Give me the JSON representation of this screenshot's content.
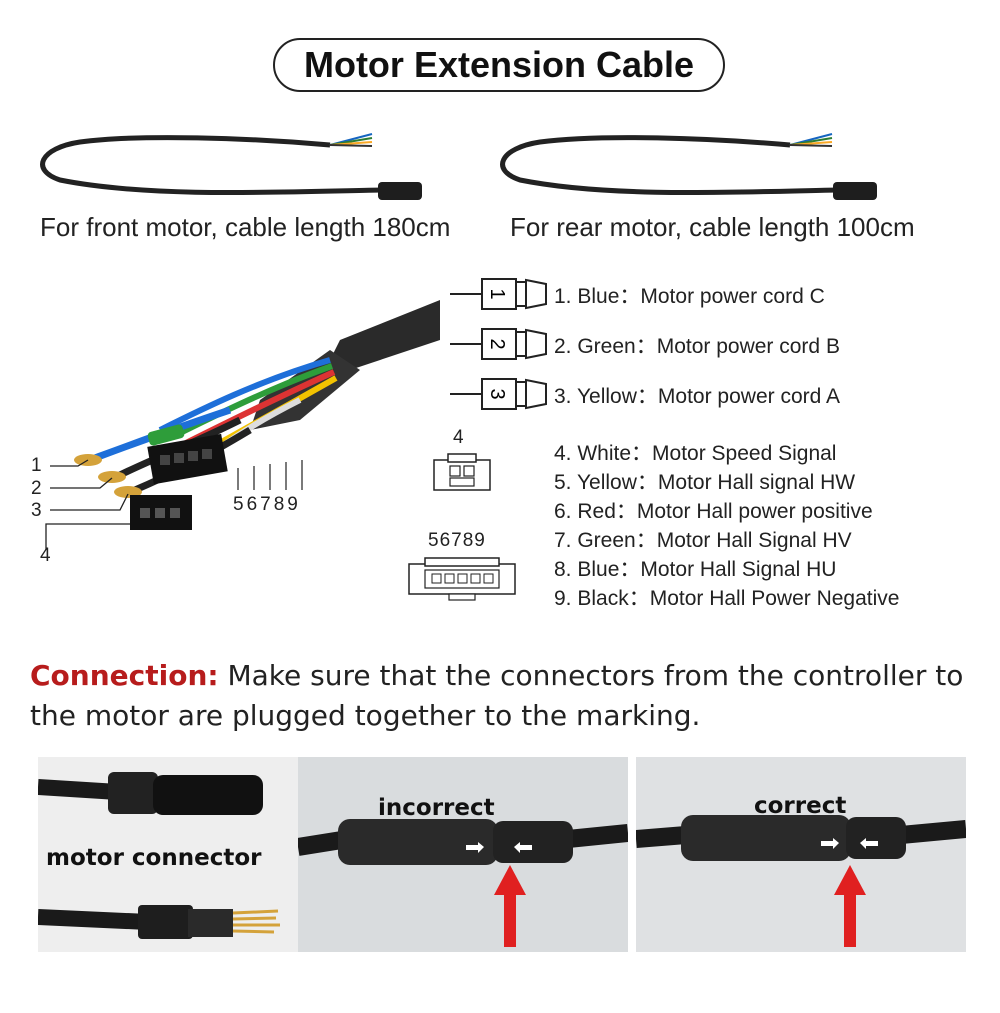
{
  "title": "Motor Extension Cable",
  "cables": {
    "front_caption": "For front motor, cable length 180cm",
    "rear_caption": "For rear motor, cable length 100cm"
  },
  "diagram": {
    "left_numbers": [
      "1",
      "2",
      "3",
      "4"
    ],
    "bottom_numbers": "56789",
    "connector4_label": "4",
    "connector56789_label": "56789",
    "power_wires": [
      {
        "num": "1",
        "text": "1. Blue：Motor power cord C"
      },
      {
        "num": "2",
        "text": "2. Green：Motor power cord B"
      },
      {
        "num": "3",
        "text": "3. Yellow：Motor power cord A"
      }
    ],
    "signal_wires": [
      "4. White：Motor Speed Signal",
      "5. Yellow：Motor Hall signal HW",
      "6. Red：Motor Hall power positive",
      "7. Green：Motor Hall Signal HV",
      "8. Blue：Motor Hall Signal HU",
      "9. Black：Motor Hall Power Negative"
    ]
  },
  "connection": {
    "label": "Connection:",
    "text": " Make sure that the connectors from the controller to the motor are plugged together to the marking."
  },
  "photos": {
    "motor_connector": "motor connector",
    "incorrect": "incorrect",
    "correct": "correct"
  },
  "colors": {
    "accent_red": "#b71c1c",
    "arrow_red": "#e02020"
  }
}
